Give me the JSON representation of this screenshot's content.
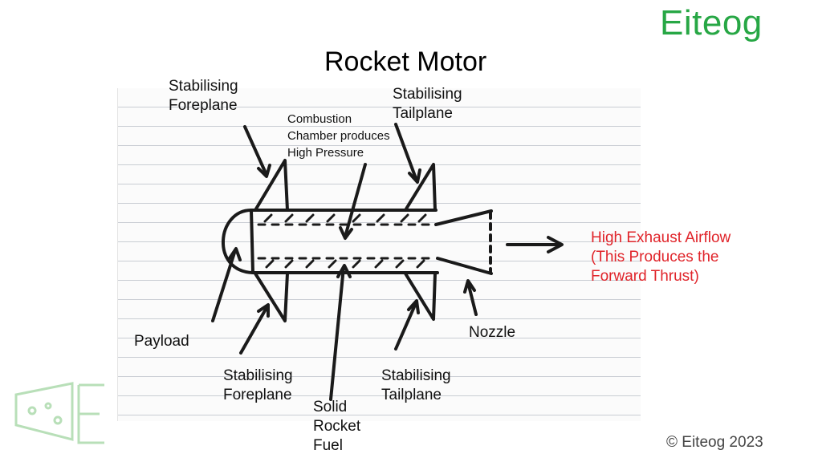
{
  "brand": "Eiteog",
  "title": "Rocket Motor",
  "labels": {
    "fore_top": "Stabilising\nForeplane",
    "combustion": "Combustion\nChamber produces\nHigh Pressure",
    "tail_top": "Stabilising\nTailplane",
    "exhaust": "High Exhaust Airflow\n(This Produces the\nForward Thrust)",
    "payload": "Payload",
    "nozzle": "Nozzle",
    "fore_bottom": "Stabilising\nForeplane",
    "tail_bottom": "Stabilising\nTailplane",
    "fuel": "Solid\nRocket\nFuel"
  },
  "copyright": "© Eiteog 2023",
  "colors": {
    "brand": "#27a745",
    "exhaust_text": "#e0242a"
  }
}
